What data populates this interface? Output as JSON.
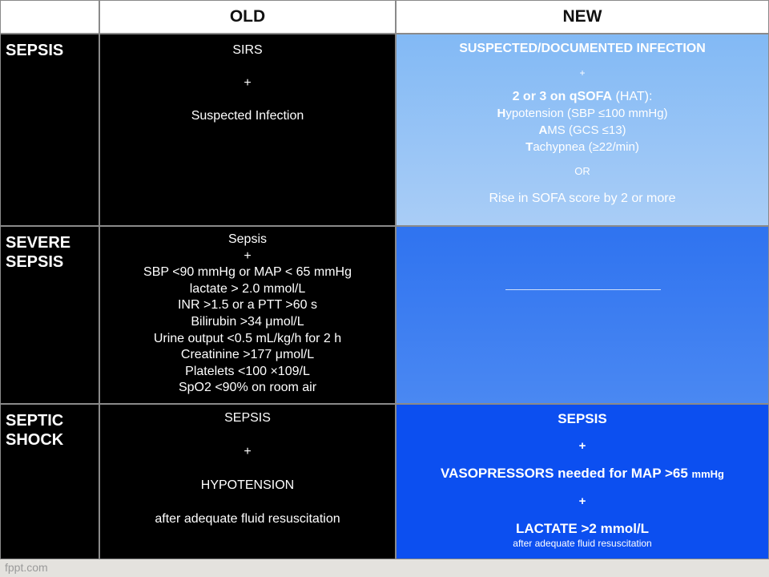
{
  "header": {
    "old": "OLD",
    "new": "NEW"
  },
  "rows": {
    "sepsis": {
      "label": "SEPSIS",
      "old": [
        "SIRS",
        "+",
        "Suspected Infection"
      ],
      "new": {
        "line1": "SUSPECTED/DOCUMENTED INFECTION",
        "plus": "+",
        "qsofa_bold": "2 or 3 on qSOFA",
        "qsofa_rest": " (HAT):",
        "h_letter": "H",
        "h_rest": "ypotension (SBP ≤100 mmHg)",
        "a_letter": "A",
        "a_rest": "MS (GCS ≤13)",
        "t_letter": "T",
        "t_rest": "achypnea (≥22/min)",
        "or": "OR",
        "sofa": "Rise in SOFA score by 2 or more"
      }
    },
    "severe": {
      "label_line1": "SEVERE",
      "label_line2": "SEPSIS",
      "old": [
        "Sepsis",
        "+",
        "SBP <90 mmHg or MAP < 65 mmHg",
        "lactate > 2.0 mmol/L",
        "INR >1.5 or a PTT >60 s",
        "Bilirubin >34 μmol/L",
        "Urine output <0.5 mL/kg/h for 2 h",
        "Creatinine >177 μmol/L",
        "Platelets <100 ×109/L",
        "SpO2 <90% on room air"
      ]
    },
    "shock": {
      "label_line1": "SEPTIC",
      "label_line2": "SHOCK",
      "old": [
        "SEPSIS",
        "+",
        "HYPOTENSION",
        "after adequate fluid resuscitation"
      ],
      "new": {
        "sepsis": "SEPSIS",
        "plus1": "+",
        "vaso": "VASOPRESSORS needed for MAP >65",
        "vaso_unit": "mmHg",
        "plus2": "+",
        "lactate": "LACTATE >2 mmol/L",
        "after": "after adequate fluid resuscitation"
      }
    }
  },
  "footer": "fppt.com",
  "colors": {
    "new_sepsis": "#82b9f5",
    "new_severe": "#2f73f0",
    "new_shock": "#0c4ff0"
  }
}
